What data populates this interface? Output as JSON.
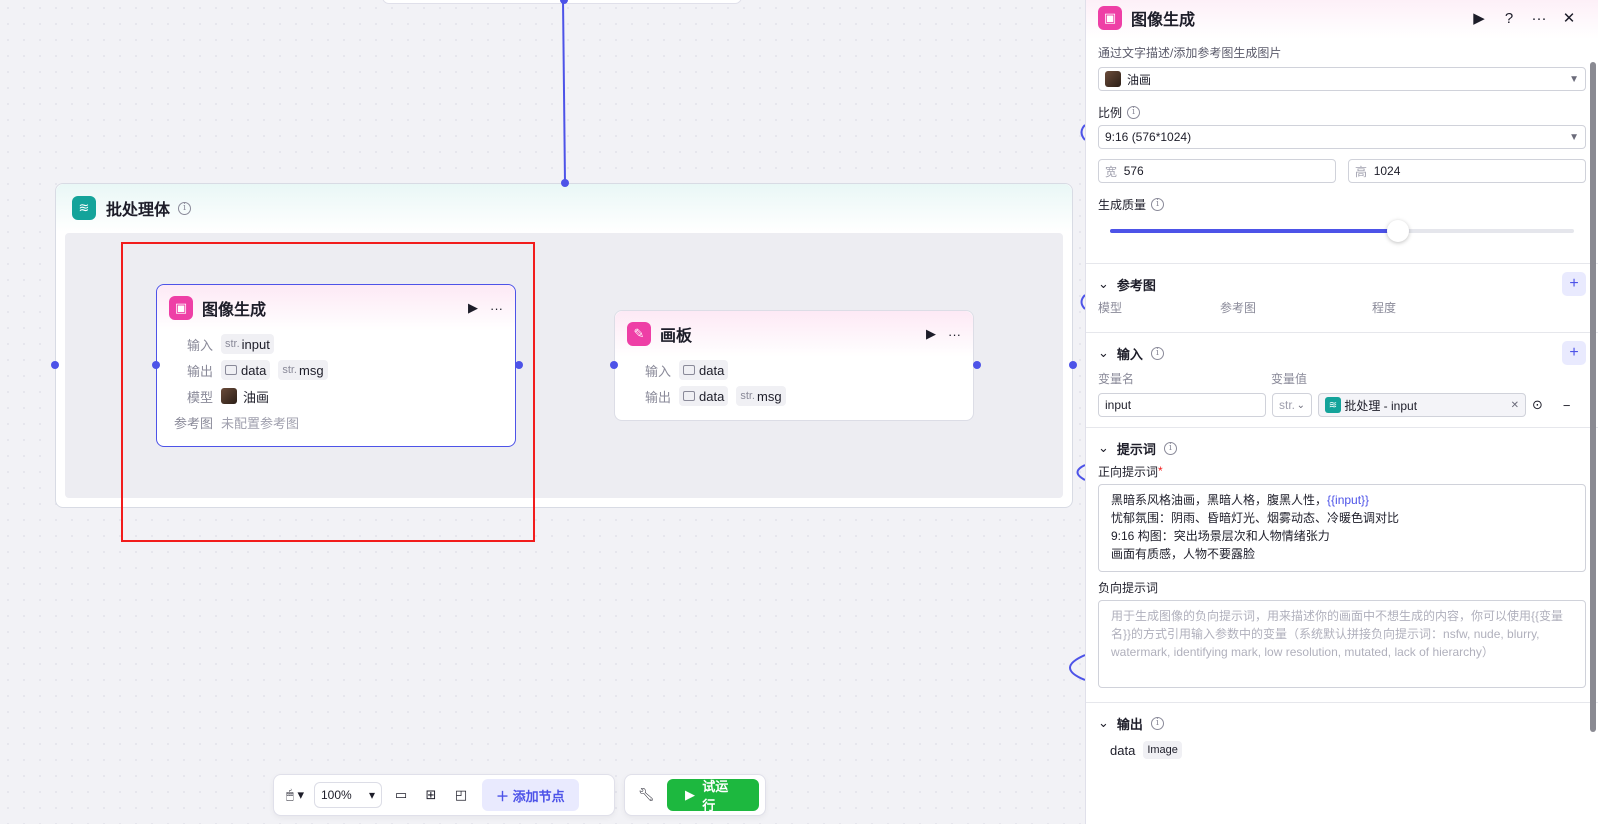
{
  "canvas": {
    "batch": {
      "title": "批处理体"
    },
    "image_node": {
      "title": "图像生成",
      "input_label": "输入",
      "input_type": "str.",
      "input_name": "input",
      "output_label": "输出",
      "output_data": "data",
      "output_type": "str.",
      "output_msg": "msg",
      "model_label": "模型",
      "model_value": "油画",
      "ref_label": "参考图",
      "ref_value": "未配置参考图"
    },
    "board_node": {
      "title": "画板",
      "input_label": "输入",
      "input_data": "data",
      "output_label": "输出",
      "output_data": "data",
      "output_type": "str.",
      "output_msg": "msg"
    }
  },
  "toolbar": {
    "zoom": "100%",
    "add_node": "添加节点",
    "run": "试运行"
  },
  "panel": {
    "title": "图像生成",
    "description": "通过文字描述/添加参考图生成图片",
    "model_value": "油画",
    "ratio_label": "比例",
    "ratio_value": "9:16 (576*1024)",
    "width_label": "宽",
    "width_value": "576",
    "height_label": "高",
    "height_value": "1024",
    "quality_label": "生成质量",
    "quality_level": 0.62,
    "ref_section": {
      "title": "参考图",
      "col_model": "模型",
      "col_ref": "参考图",
      "col_degree": "程度"
    },
    "input_section": {
      "title": "输入",
      "col_name": "变量名",
      "col_value": "变量值",
      "var_name": "input",
      "var_type": "str.",
      "var_ref": "批处理 - input"
    },
    "prompt_section": {
      "title": "提示词",
      "positive_label": "正向提示词",
      "positive_lines": [
        "黑暗系风格油画，黑暗人格，腹黑人性，",
        "忧郁氛围：阴雨、昏暗灯光、烟雾动态、冷暖色调对比",
        "9:16 构图：突出场景层次和人物情绪张力",
        "画面有质感，人物不要露脸"
      ],
      "positive_var": "{{input}}",
      "negative_label": "负向提示词",
      "negative_placeholder": "用于生成图像的负向提示词，用来描述你的画面中不想生成的内容，你可以使用{{变量名}}的方式引用输入参数中的变量（系统默认拼接负向提示词：nsfw, nude, blurry, watermark, identifying mark, low resolution, mutated, lack of hierarchy）"
    },
    "output_section": {
      "title": "输出",
      "var_name": "data",
      "var_type": "Image"
    }
  },
  "colors": {
    "accent": "#4d53e8",
    "node_pink": "#ee3fa6",
    "batch_teal": "#14a39a",
    "run_green": "#1db83f",
    "highlight_red": "#f21c1c"
  }
}
